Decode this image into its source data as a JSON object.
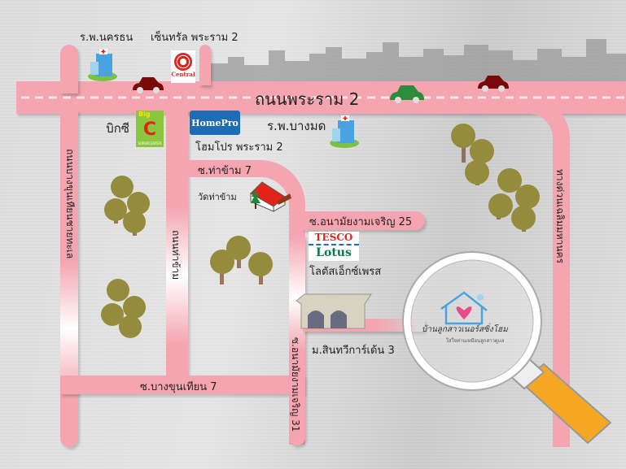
{
  "map": {
    "roads": {
      "main": "ถนนพระราม 2",
      "left_vertical": "ถนนบางขุนเทียนชายทะเล",
      "tha_kham": "ถนนท่าข้าม",
      "soi_tha_kham_7": "ซ.ท่าข้าม 7",
      "soi_anamai_25": "ซ.อนามัยงามเจริญ 25",
      "soi_anamai_31": "ซ.อนามัยงามเจริญ 31",
      "soi_bang_khun_thian_7": "ซ.บางขุนเทียน 7",
      "expressway": "ทางด่วนเฉลิมมหานคร"
    },
    "landmarks": {
      "nakornthon_hospital": "ร.พ.นครธน",
      "central": "เซ็นทรัล พระราม 2",
      "bigc": "บิกซี",
      "homepro": "โฮมโปร พระราม 2",
      "bangmod_hospital": "ร.พ.บางมด",
      "wat_tha_kham": "วัดท่าข้าม",
      "lotus_express": "โลตัสเอ็กซ์เพรส",
      "sinthawee_garden": "ม.สินทวีการ์เด้น 3"
    },
    "logos": {
      "central": "Central",
      "bigc_top": "Big",
      "bigc_bottom": "SUPERCENTER",
      "homepro": "HomePro",
      "tesco": "TESCO",
      "lotus": "Lotus",
      "destination_name": "บ้านลูกสาวเนอร์สซิ่งโฮม",
      "destination_tagline": "ใส่ใจท่านเหมือนลูกสาวดูแล"
    },
    "colors": {
      "road": "#f4a5b0",
      "handle": "#f5a623",
      "car_red": "#7a0a0a",
      "car_green": "#2e8b3a"
    }
  }
}
